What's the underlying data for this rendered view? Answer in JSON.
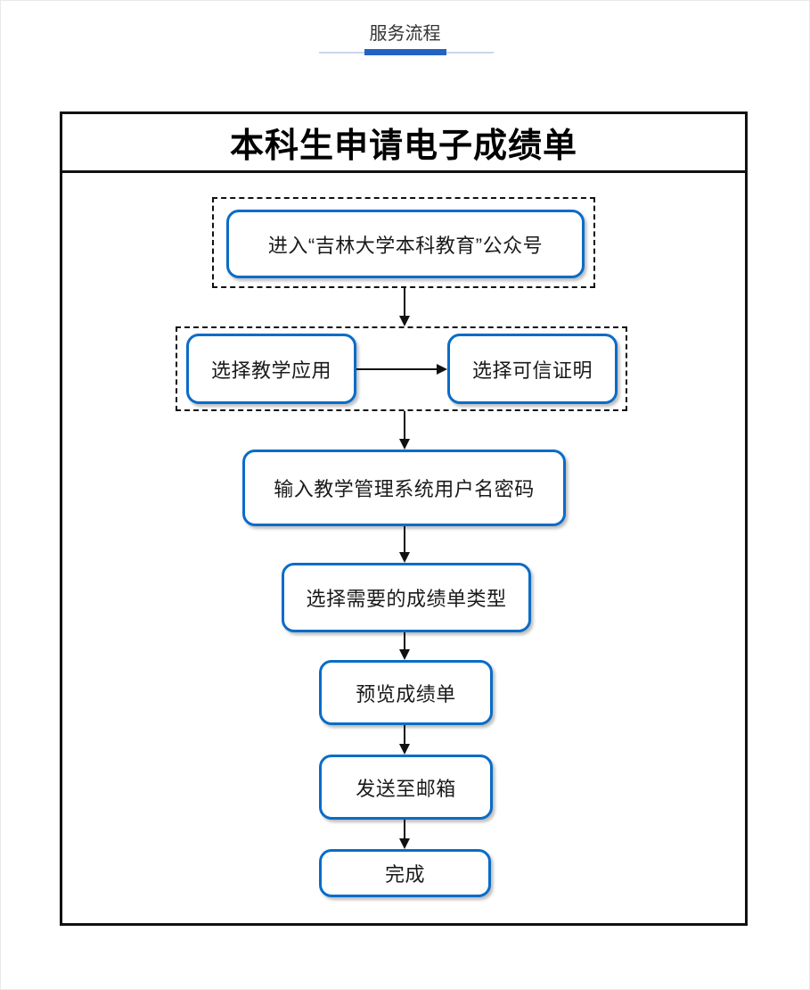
{
  "header": {
    "title": "服务流程"
  },
  "flowchart": {
    "title": "本科生申请电子成绩单",
    "nodes": [
      {
        "id": "enter-official-account",
        "label": "进入“吉林大学本科教育”公众号"
      },
      {
        "id": "select-teaching-app",
        "label": "选择教学应用"
      },
      {
        "id": "select-trusted-certificate",
        "label": "选择可信证明"
      },
      {
        "id": "enter-credentials",
        "label": "输入教学管理系统用户名密码"
      },
      {
        "id": "select-transcript-type",
        "label": "选择需要的成绩单类型"
      },
      {
        "id": "preview-transcript",
        "label": "预览成绩单"
      },
      {
        "id": "send-to-email",
        "label": "发送至邮箱"
      },
      {
        "id": "done",
        "label": "完成"
      }
    ],
    "groups": [
      {
        "contains": [
          "enter-official-account"
        ]
      },
      {
        "contains": [
          "select-teaching-app",
          "select-trusted-certificate"
        ]
      }
    ],
    "edges": [
      [
        "enter-official-account",
        "select-teaching-app"
      ],
      [
        "select-teaching-app",
        "select-trusted-certificate"
      ],
      [
        "select-trusted-certificate",
        "enter-credentials"
      ],
      [
        "enter-credentials",
        "select-transcript-type"
      ],
      [
        "select-transcript-type",
        "preview-transcript"
      ],
      [
        "preview-transcript",
        "send-to-email"
      ],
      [
        "send-to-email",
        "done"
      ]
    ]
  },
  "colors": {
    "accent": "#2263c3",
    "node_border": "#0a6cc8",
    "line": "#111111",
    "text": "#1a1a1a",
    "header_text": "#333333",
    "underline_track": "#c9d7eb",
    "page_border": "#e9e9e9"
  }
}
